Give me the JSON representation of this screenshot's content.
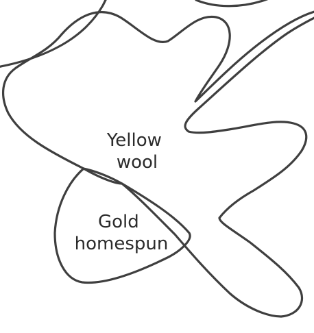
{
  "labels": {
    "yellow_wool": [
      "Yellow",
      "wool"
    ],
    "gold_homespun": [
      "Gold",
      "homespun"
    ]
  },
  "colors": {
    "background": "#ffffff",
    "outline": "#3f3f3f",
    "label_text": "#2b2b2b"
  }
}
